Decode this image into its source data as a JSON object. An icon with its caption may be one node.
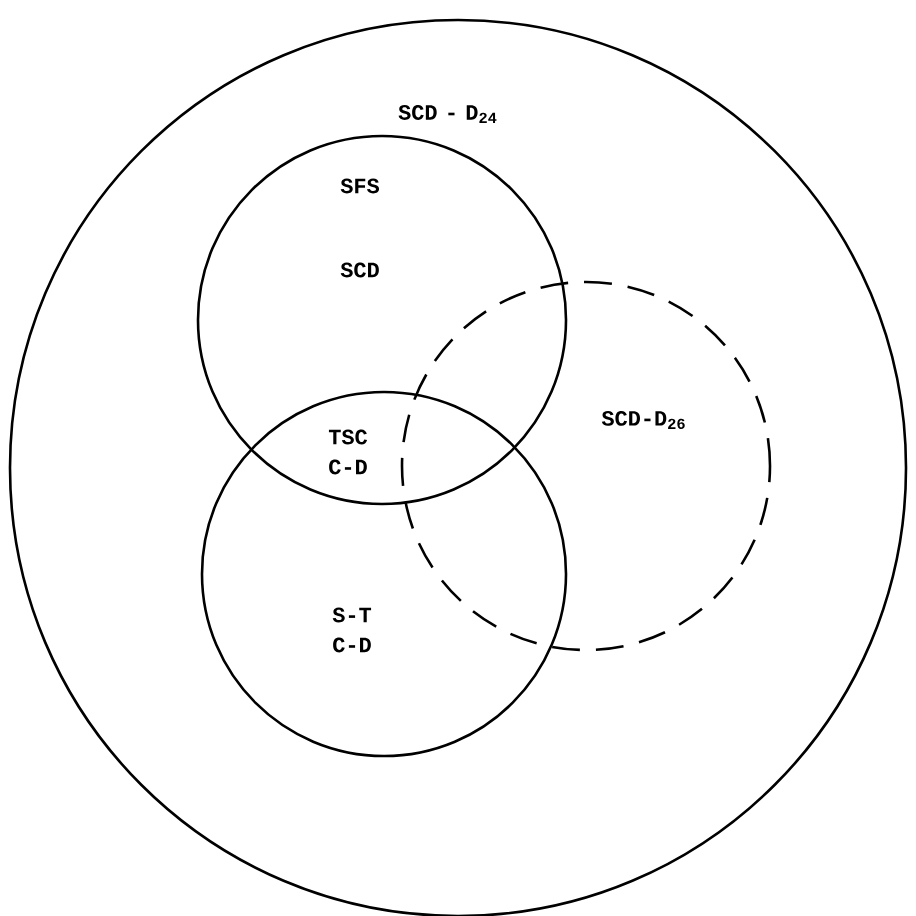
{
  "diagram": {
    "nodes": [
      {
        "text": [
          "SCD - D$_{24}$"
        ]
      },
      {
        "text": [
          "SFS",
          "SCD"
        ],
        "in": 0
      },
      {
        "text": [
          "S-T C-D"
        ],
        "in": 0
      },
      {
        "text": [
          "SCD-D$_{26}$"
        ],
        "in": 0
      }
    ],
    "labels": [
      "TSC C-D"
    ]
  }
}
